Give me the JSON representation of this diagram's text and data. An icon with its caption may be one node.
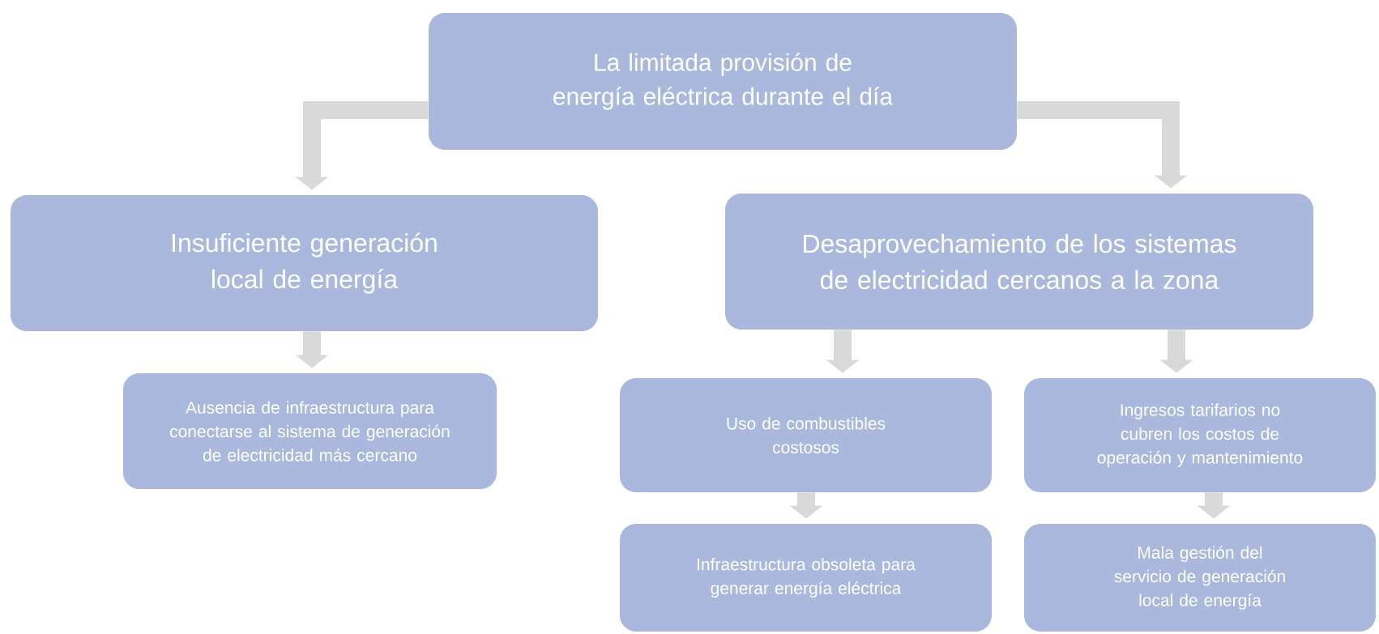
{
  "diagram": {
    "nodes": [
      {
        "text": [
          "La limitada provisión de energía eléctrica durante el día"
        ]
      },
      {
        "text": [
          "Insuficiente generación local de energía"
        ]
      },
      {
        "text": [
          "Desaprovechamiento de los sistemas de electricidad cercanos a la zona"
        ]
      },
      {
        "text": [
          "Ausencia de infraestructura para conectarse al sistema de generación de electricidad más cercano"
        ]
      },
      {
        "text": [
          "Uso de combustibles costosos"
        ]
      },
      {
        "text": [
          "Ingresos tarifarios no cubren los costos de operación y mantenimiento"
        ]
      },
      {
        "text": [
          "Infraestructura obsoleta para generar energía eléctrica"
        ]
      },
      {
        "text": [
          "Mala gestión del servicio de generación local de energía"
        ]
      }
    ],
    "edges": [
      {
        "from": 0,
        "to": 1,
        "arrow": "to"
      },
      {
        "from": 0,
        "to": 2,
        "arrow": "to"
      },
      {
        "from": 1,
        "to": 3,
        "arrow": "to"
      },
      {
        "from": 2,
        "to": 4,
        "arrow": "to"
      },
      {
        "from": 2,
        "to": 5,
        "arrow": "to"
      },
      {
        "from": 4,
        "to": 6,
        "arrow": "to"
      },
      {
        "from": 5,
        "to": 7,
        "arrow": "to"
      }
    ]
  }
}
